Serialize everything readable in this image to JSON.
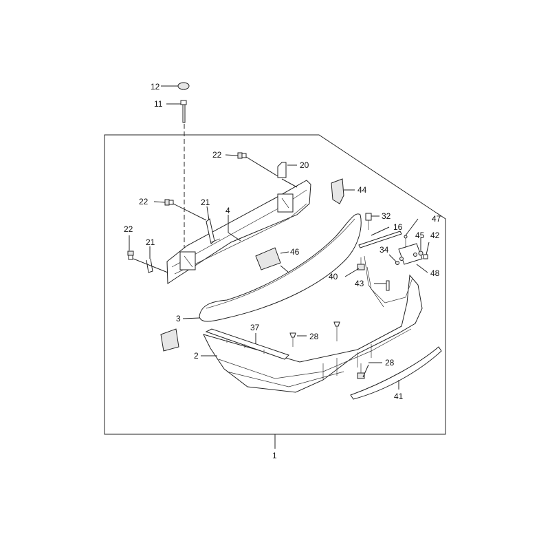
{
  "callouts": {
    "c1": "1",
    "c2": "2",
    "c3": "3",
    "c4": "4",
    "c11": "11",
    "c12": "12",
    "c16": "16",
    "c20": "20",
    "c21a": "21",
    "c21b": "21",
    "c22a": "22",
    "c22b": "22",
    "c22c": "22",
    "c28a": "28",
    "c28b": "28",
    "c32": "32",
    "c34": "34",
    "c37": "37",
    "c40": "40",
    "c41": "41",
    "c42": "42",
    "c43": "43",
    "c44": "44",
    "c45": "45",
    "c46": "46",
    "c47": "47",
    "c48": "48"
  },
  "colors": {
    "line": "#222222",
    "background": "#ffffff",
    "shade": "#e6e6e6"
  }
}
